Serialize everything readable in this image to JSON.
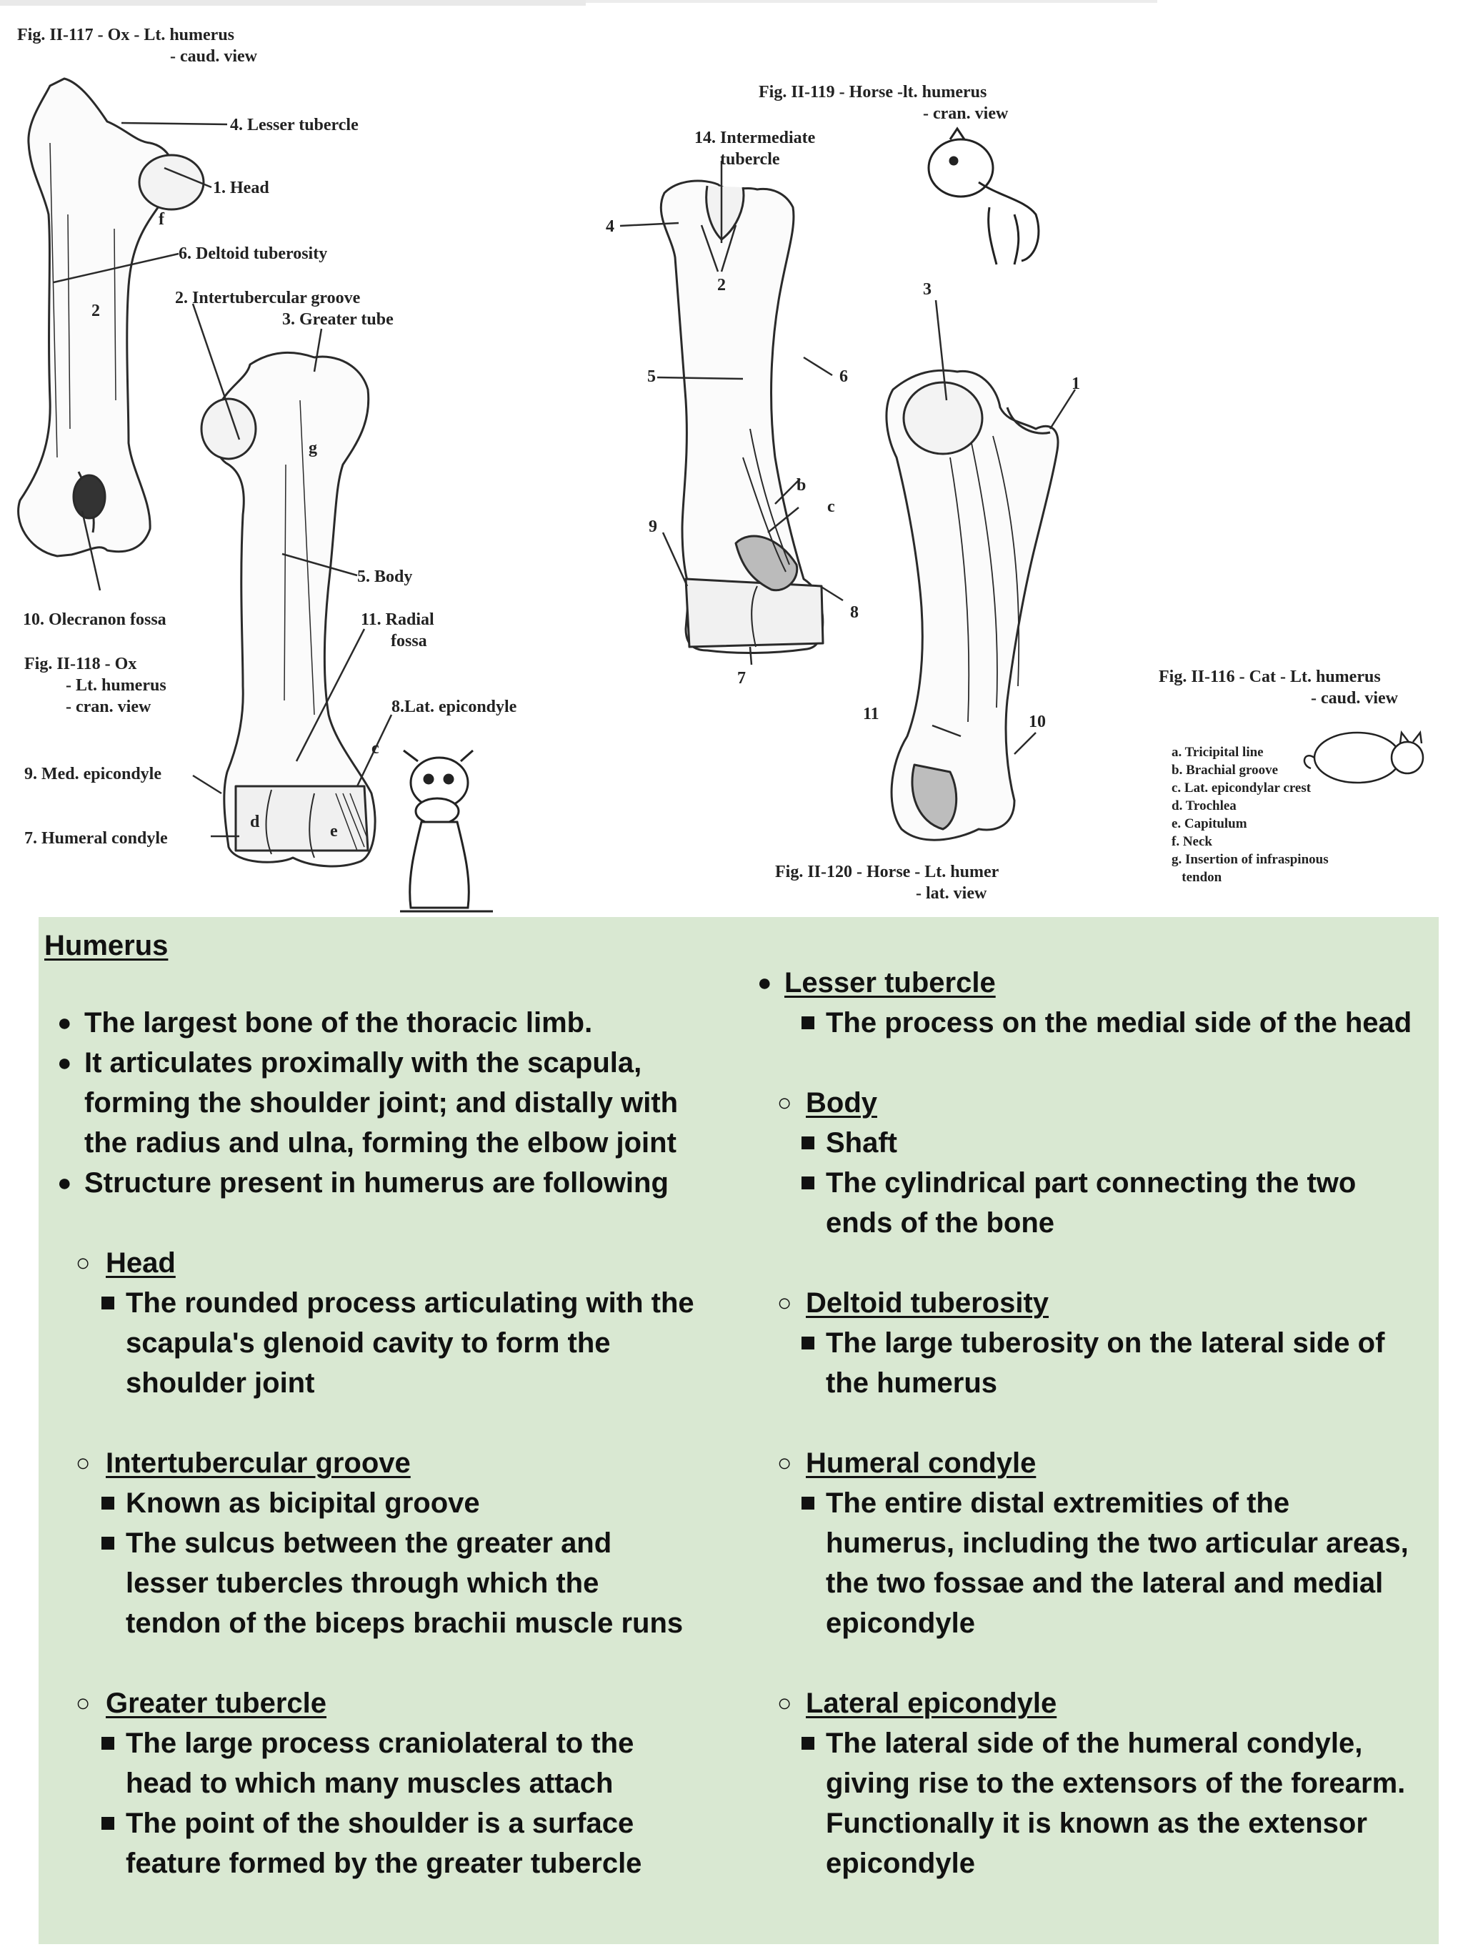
{
  "figures": {
    "ox_caudal": {
      "title": "Fig. II-117 - Ox - Lt. humerus",
      "subtitle": "- caud. view"
    },
    "ox_labels": {
      "l4": "4. Lesser tubercle",
      "l1": "1. Head",
      "lf": "f",
      "l6": "6. Deltoid tuberosity",
      "l2": "2. Intertubercular groove",
      "l3": "3. Greater tube",
      "l2n": "2",
      "lg": "g",
      "l5": "5. Body",
      "l10": "10. Olecranon fossa",
      "l11": "11. Radial\n       fossa",
      "l8": "8.Lat. epicondyle",
      "l9": "9. Med. epicondyle",
      "l7": "7. Humeral condyle",
      "lc": "c",
      "ld": "d",
      "le": "e"
    },
    "ox_cranial": {
      "title": "Fig. II-118 - Ox",
      "line2": "- Lt. humerus",
      "line3": "- cran. view"
    },
    "horse_cranial": {
      "title": "Fig. II-119 - Horse -lt. humerus",
      "subtitle": "- cran. view"
    },
    "horse_labels": {
      "l14": "14. Intermediate\n      tubercle",
      "n4": "4",
      "n2": "2",
      "n5": "5",
      "n6": "6",
      "nb": "b",
      "nc": "c",
      "n9": "9",
      "n8": "8",
      "n7": "7",
      "n3": "3",
      "n1": "1",
      "n11": "11",
      "n10": "10"
    },
    "horse_lateral": {
      "title": "Fig. II-120 - Horse - Lt. humer",
      "subtitle": "- lat. view"
    },
    "cat": {
      "title": "Fig. II-116 - Cat - Lt. humerus",
      "subtitle": "- caud. view",
      "legend": [
        "a. Tricipital line",
        "b. Brachial groove",
        "c. Lat. epicondylar crest",
        "d. Trochlea",
        "e. Capitulum",
        "f. Neck",
        "g. Insertion of infraspinous",
        "   tendon"
      ]
    }
  },
  "notes": {
    "heading": "Humerus",
    "intro": [
      "The largest bone of the thoracic limb.",
      "It articulates proximally with the scapula,",
      "forming the shoulder joint; and distally with",
      "the radius and ulna, forming the elbow joint",
      "Structure present in humerus are following"
    ],
    "left": {
      "head": {
        "title": "Head",
        "lines": [
          "The rounded process articulating with the",
          "scapula's glenoid cavity to form the",
          "shoulder joint"
        ]
      },
      "groove": {
        "title": "Intertubercular groove",
        "b1": "Known as bicipital groove",
        "lines": [
          "The sulcus between the greater and",
          "lesser tubercles through which the",
          "tendon of the biceps brachii muscle runs"
        ]
      },
      "greater": {
        "title": "Greater tubercle",
        "b1": [
          "The large process craniolateral to the",
          "head to which many muscles attach"
        ],
        "b2": [
          "The point of the shoulder is a surface",
          "feature formed by the greater tubercle"
        ]
      }
    },
    "right": {
      "lesser": {
        "title": "Lesser tubercle",
        "line": "The process on the medial side of the head"
      },
      "body": {
        "title": "Body",
        "b1": "Shaft",
        "lines": [
          "The  cylindrical part connecting the two",
          "ends of the bone"
        ]
      },
      "deltoid": {
        "title": "Deltoid tuberosity",
        "lines": [
          "The large tuberosity on the lateral side of",
          "the humerus"
        ]
      },
      "condyle": {
        "title": "Humeral condyle",
        "lines": [
          "The entire distal extremities of the",
          "humerus, including the two articular areas,",
          "the two fossae and the lateral and medial",
          "epicondyle"
        ]
      },
      "lateral": {
        "title": "Lateral epicondyle",
        "lines": [
          "The lateral side of the humeral condyle,",
          "giving rise to the extensors of the forearm.",
          "Functionally it is known as the extensor",
          "epicondyle"
        ]
      }
    }
  }
}
